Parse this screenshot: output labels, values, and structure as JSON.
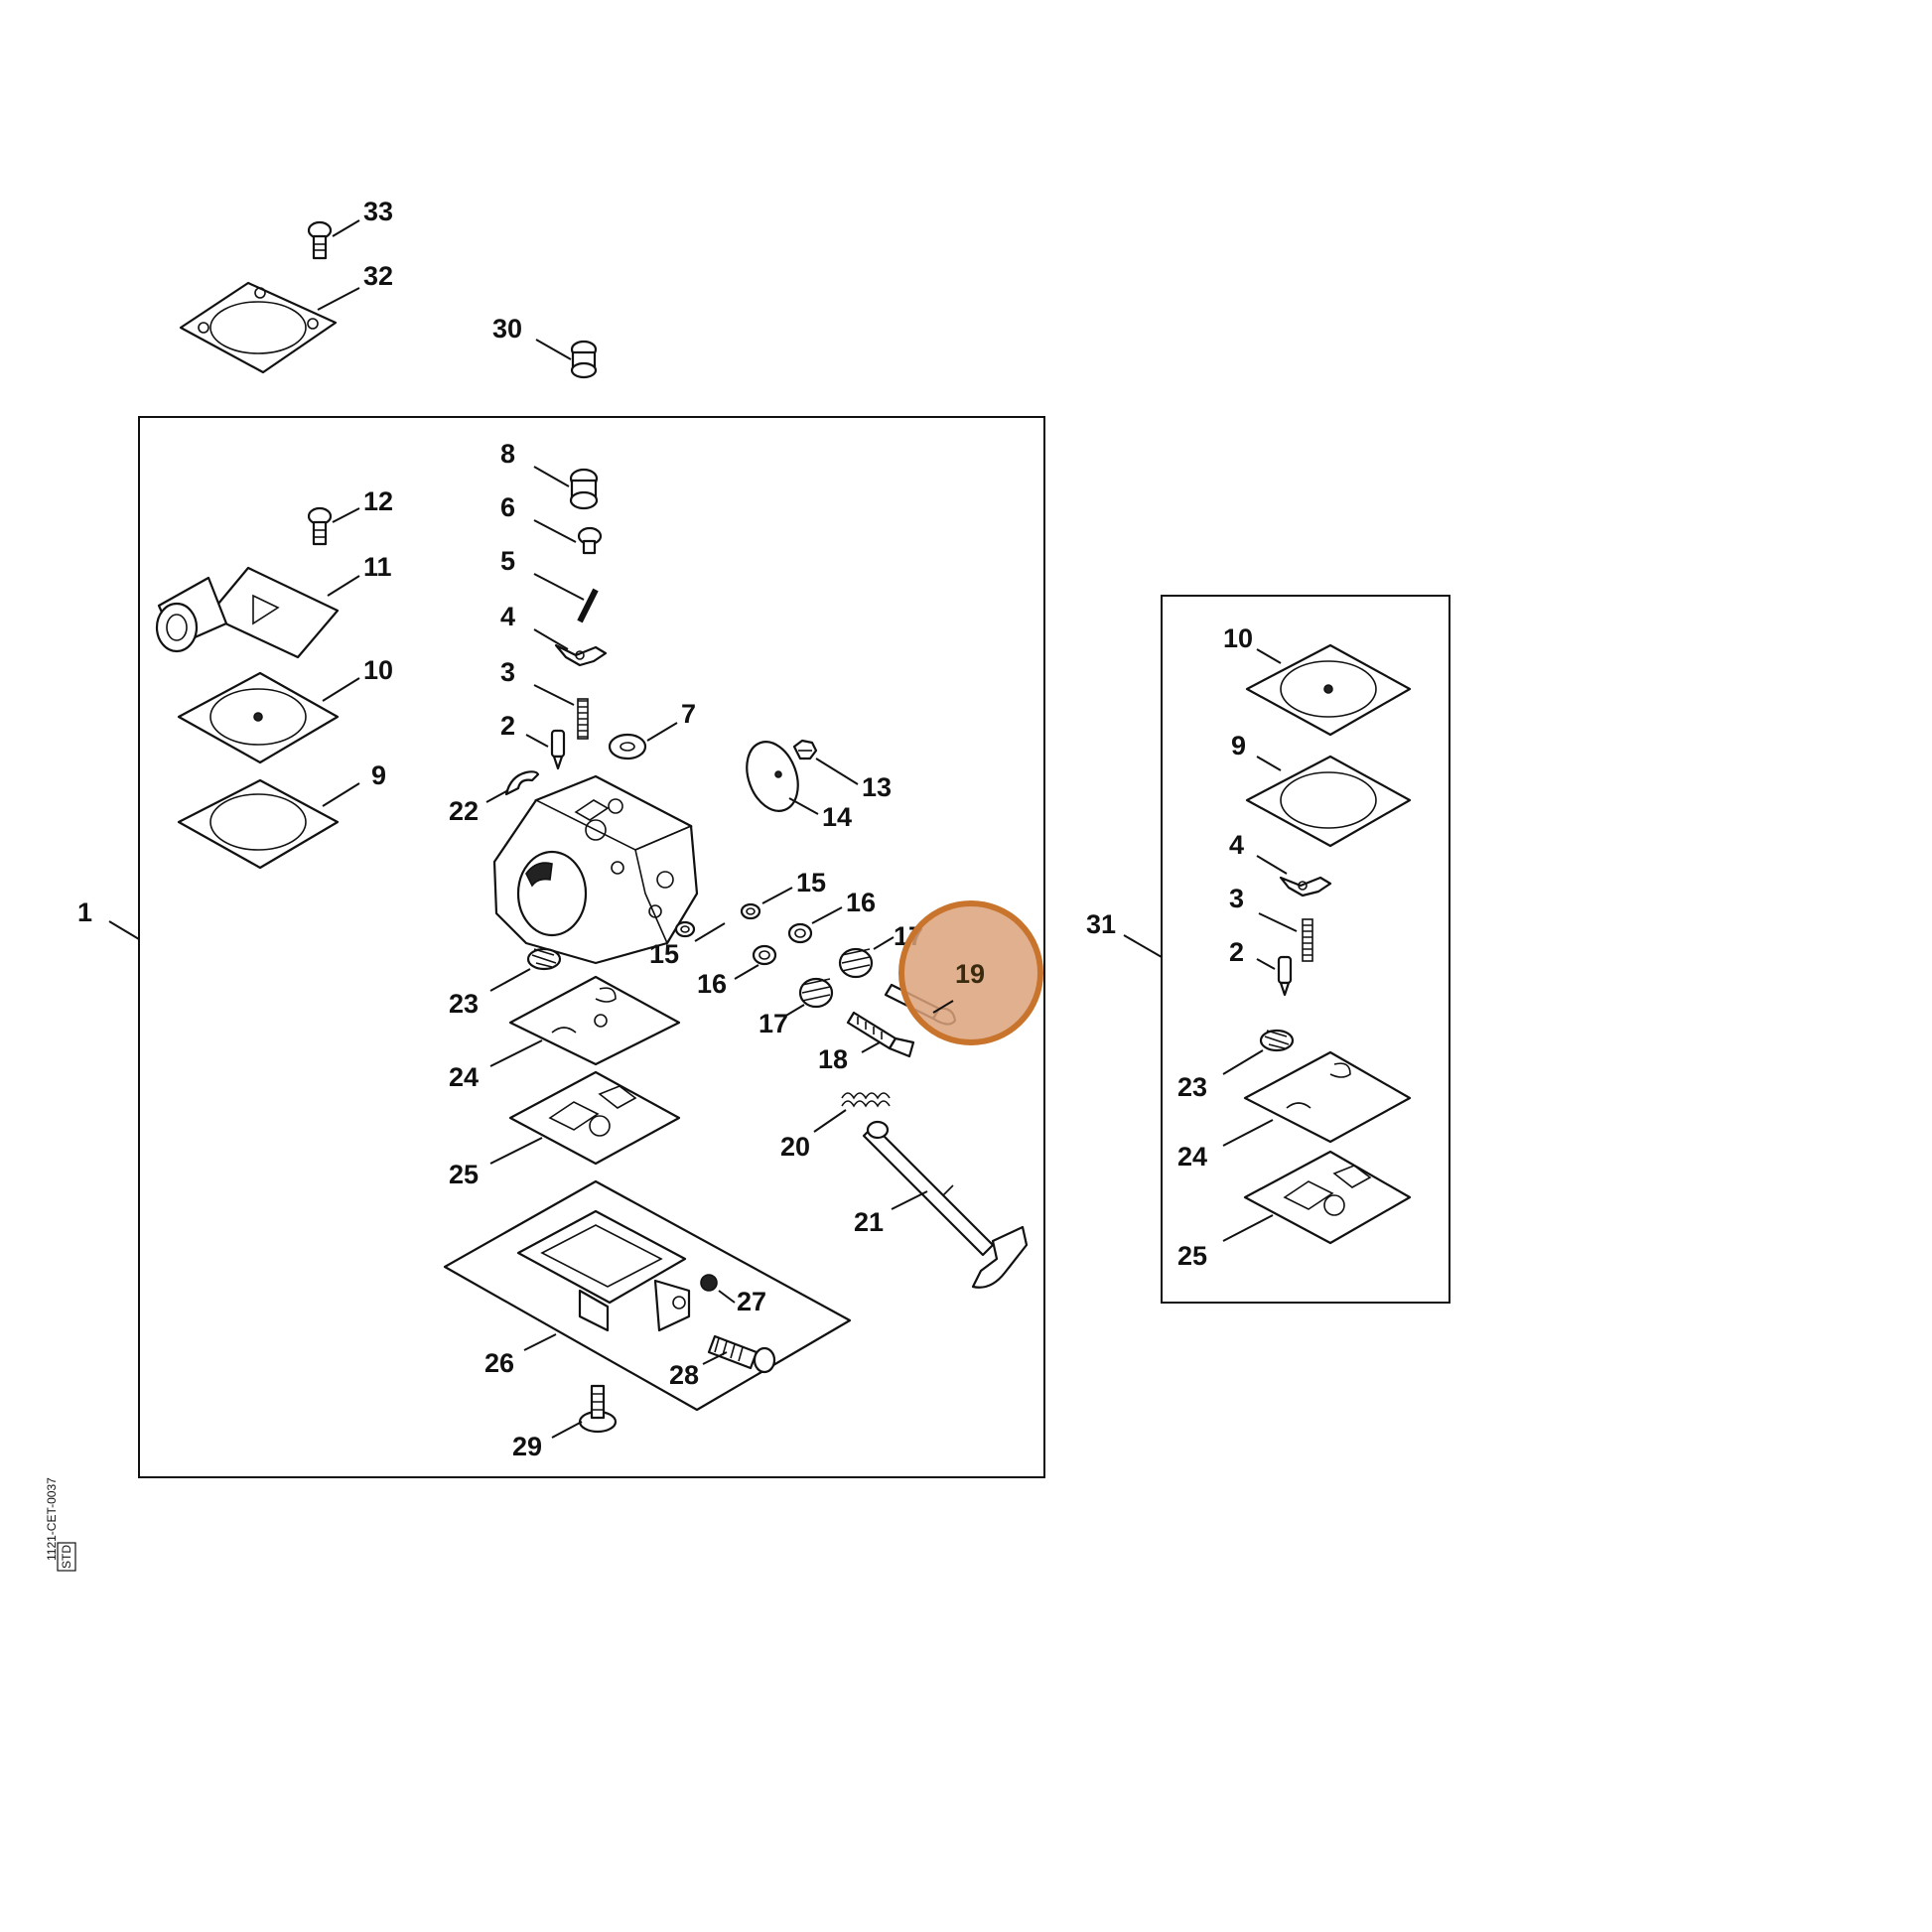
{
  "highlight": {
    "label": "19",
    "fill": "#dca27a",
    "stroke": "#c8742c"
  },
  "doc_id": "1121-CET-0037",
  "doc_tag": "STD",
  "callouts": {
    "c1": "1",
    "c2": "2",
    "c3": "3",
    "c4": "4",
    "c5": "5",
    "c6": "6",
    "c7": "7",
    "c8": "8",
    "c9": "9",
    "c10": "10",
    "c11": "11",
    "c12": "12",
    "c13": "13",
    "c14": "14",
    "c15a": "15",
    "c15b": "15",
    "c16a": "16",
    "c16b": "16",
    "c17a": "17",
    "c17b": "17",
    "c18": "18",
    "c20": "20",
    "c21": "21",
    "c22": "22",
    "c23": "23",
    "c24": "24",
    "c25": "25",
    "c26": "26",
    "c27": "27",
    "c28": "28",
    "c29": "29",
    "c30": "30",
    "c31": "31",
    "c32": "32",
    "c33": "33",
    "k10": "10",
    "k9": "9",
    "k4": "4",
    "k3": "3",
    "k2": "2",
    "k23": "23",
    "k24": "24",
    "k25": "25"
  }
}
